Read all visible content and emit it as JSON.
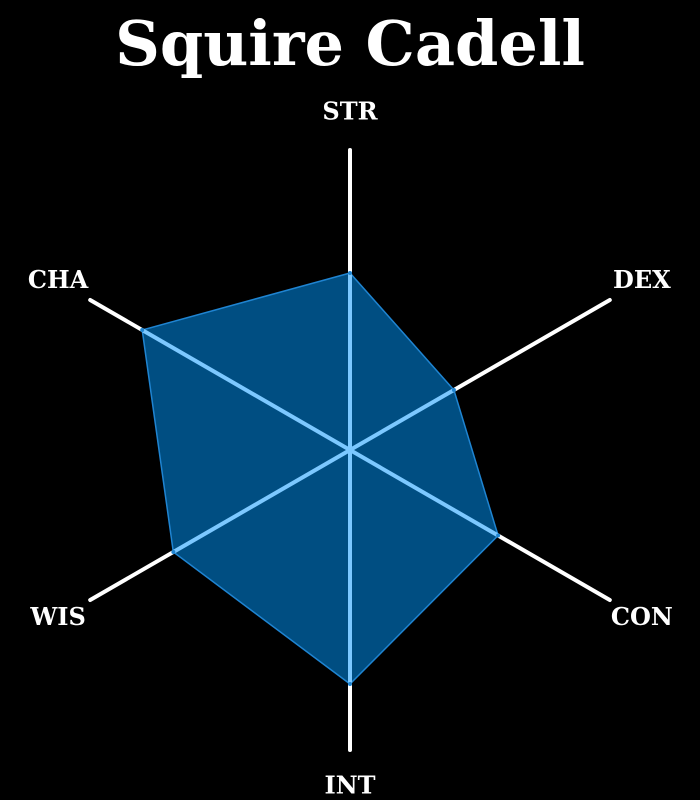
{
  "title": "Squire Cadell",
  "colors": {
    "background": "#000000",
    "axis": "#ffffff",
    "fill": "#004e82",
    "stroke": "#1f84d1",
    "inner_spokes": "#7cc8ff",
    "text": "#ffffff"
  },
  "chart_data": {
    "type": "radar",
    "title": "Squire Cadell",
    "axes": [
      "STR",
      "DEX",
      "CON",
      "INT",
      "WIS",
      "CHA"
    ],
    "series": [
      {
        "values": [
          0.59,
          0.4,
          0.57,
          0.78,
          0.68,
          0.8
        ]
      }
    ],
    "range": [
      0,
      1
    ],
    "grid": false
  }
}
